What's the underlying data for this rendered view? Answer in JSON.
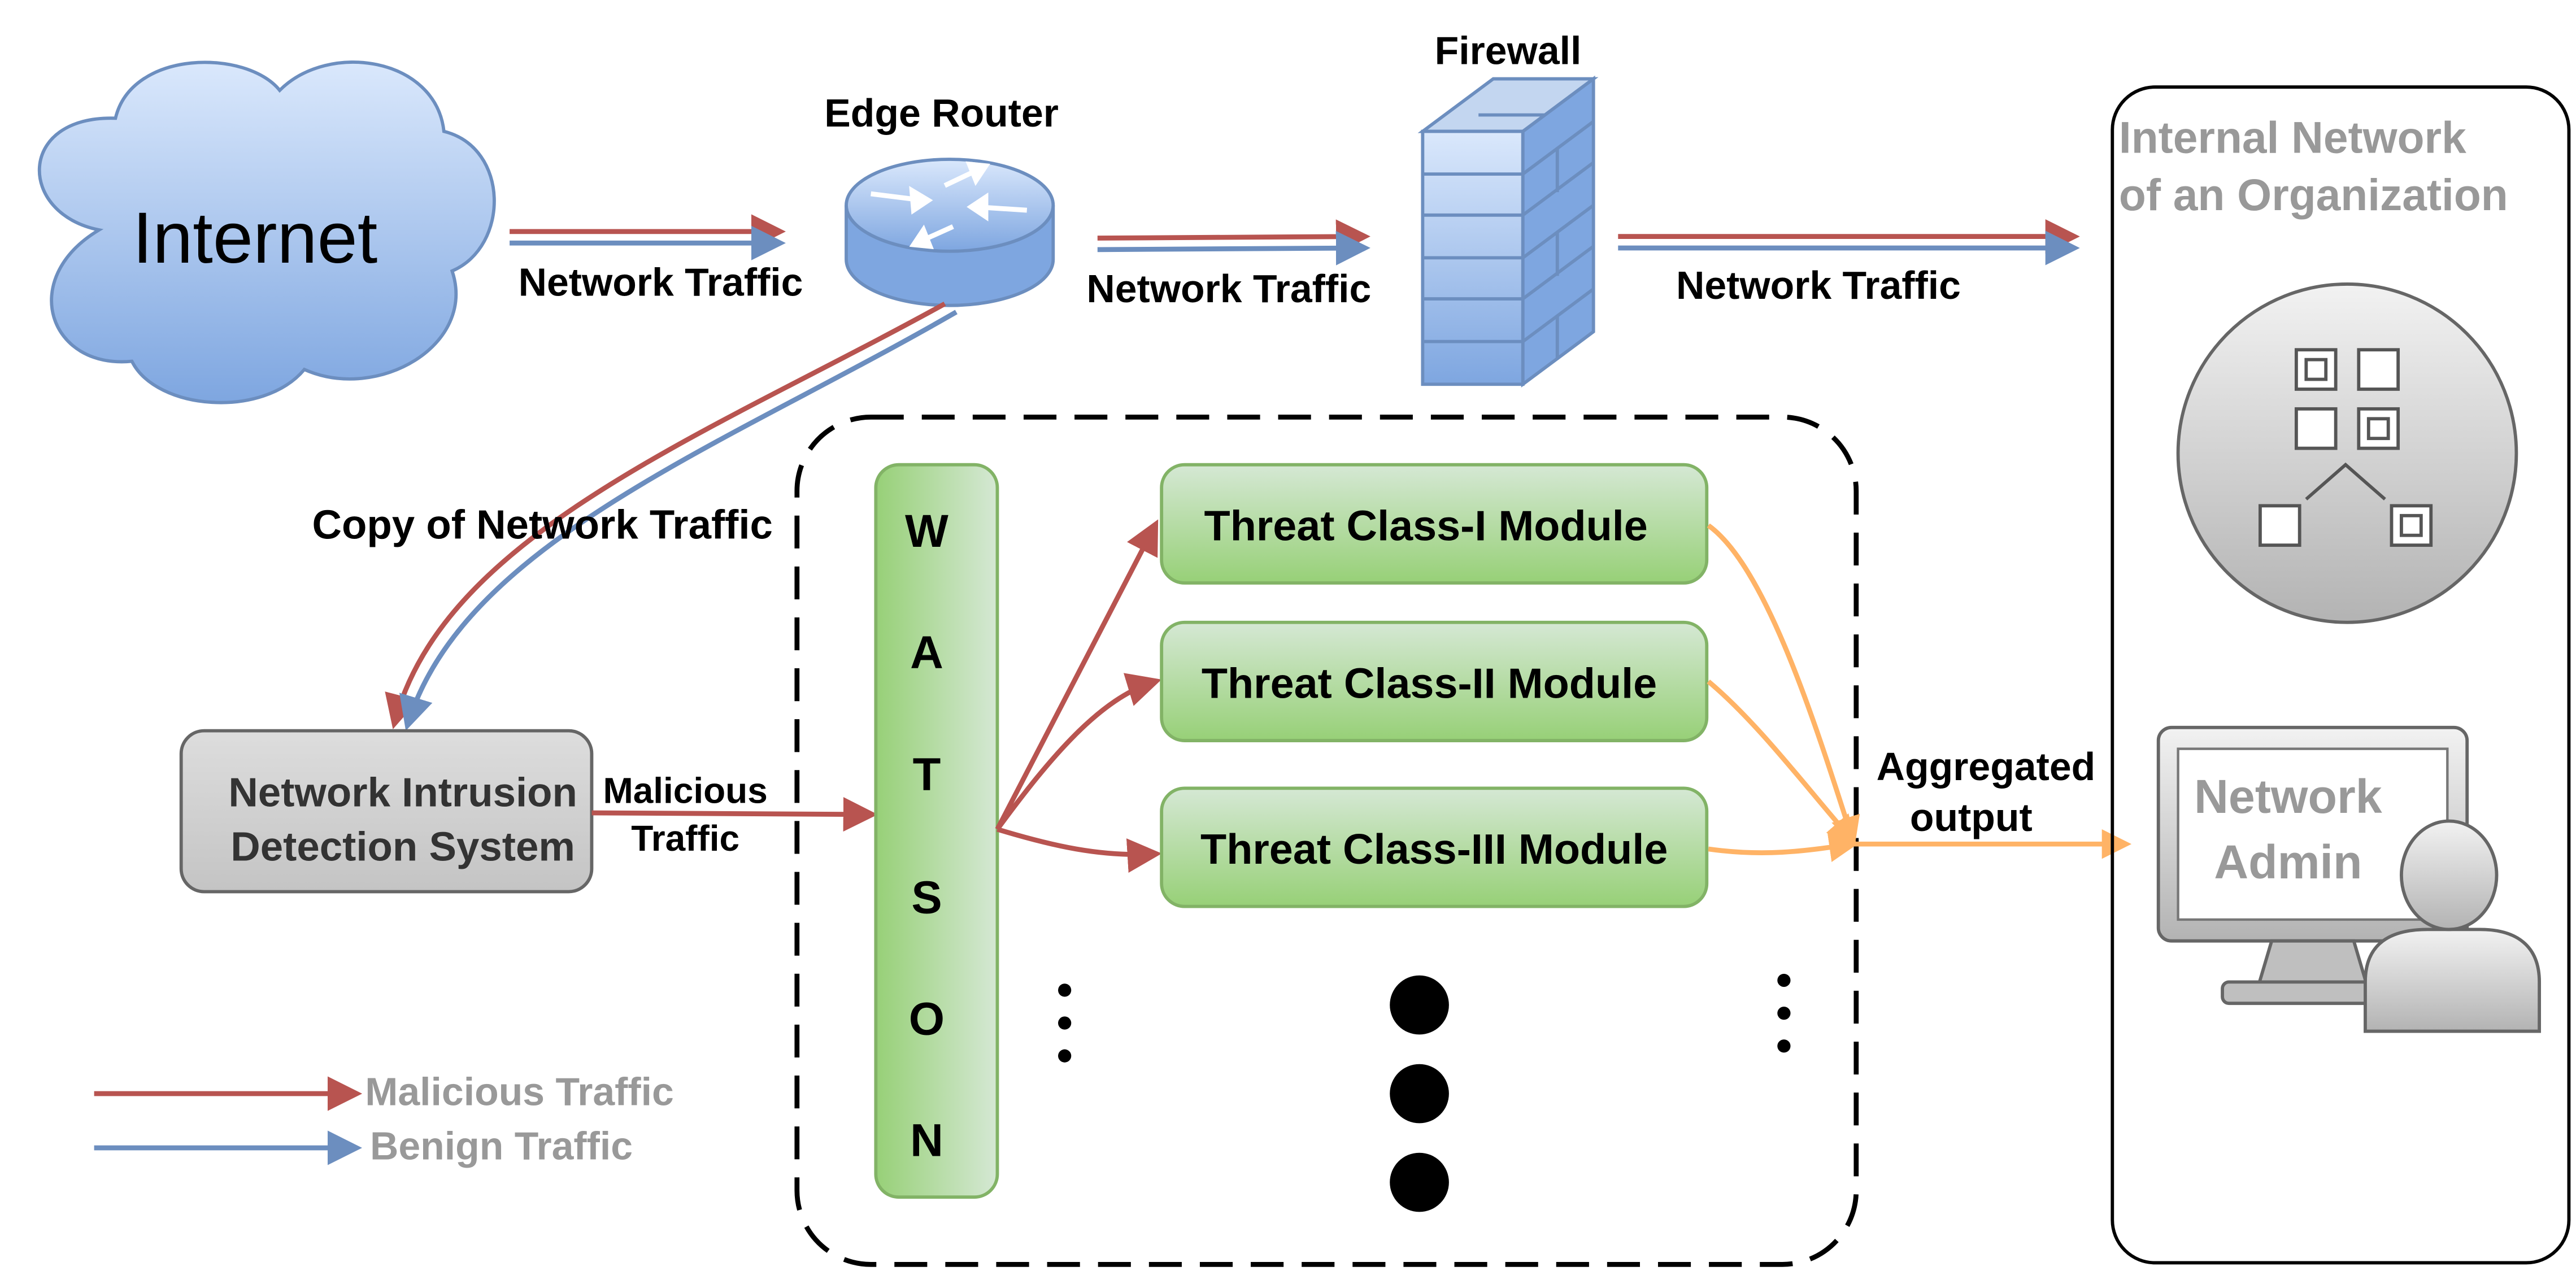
{
  "internet": {
    "label": "Internet"
  },
  "edge_router": {
    "label": "Edge Router"
  },
  "firewall": {
    "label": "Firewall"
  },
  "internal_network": {
    "line1": "Internal Network",
    "line2": "of an Organization"
  },
  "network_admin": {
    "line1": "Network",
    "line2": "Admin"
  },
  "traffic_labels": {
    "internet_to_router": "Network Traffic",
    "router_to_firewall": "Network Traffic",
    "firewall_to_internal": "Network Traffic",
    "copy": "Copy of Network Traffic"
  },
  "nids": {
    "line1": "Network Intrusion",
    "line2": "Detection System"
  },
  "malicious_traffic_label": {
    "line1": "Malicious",
    "line2": "Traffic"
  },
  "watson": {
    "letters": [
      "W",
      "A",
      "T",
      "S",
      "O",
      "N"
    ]
  },
  "modules": [
    {
      "label": "Threat Class-I Module"
    },
    {
      "label": "Threat Class-II Module"
    },
    {
      "label": "Threat Class-III Module"
    }
  ],
  "aggregated_output": {
    "line1": "Aggregated",
    "line2": "output"
  },
  "legend": {
    "malicious": "Malicious Traffic",
    "benign": "Benign Traffic"
  },
  "colors": {
    "malicious": "#b85450",
    "benign": "#6c8ebf",
    "output": "#ffb366",
    "module_fill": "#b9e0a5",
    "module_stroke": "#82b366",
    "grey_text": "#999999",
    "nids_fill": "#cccccc"
  }
}
